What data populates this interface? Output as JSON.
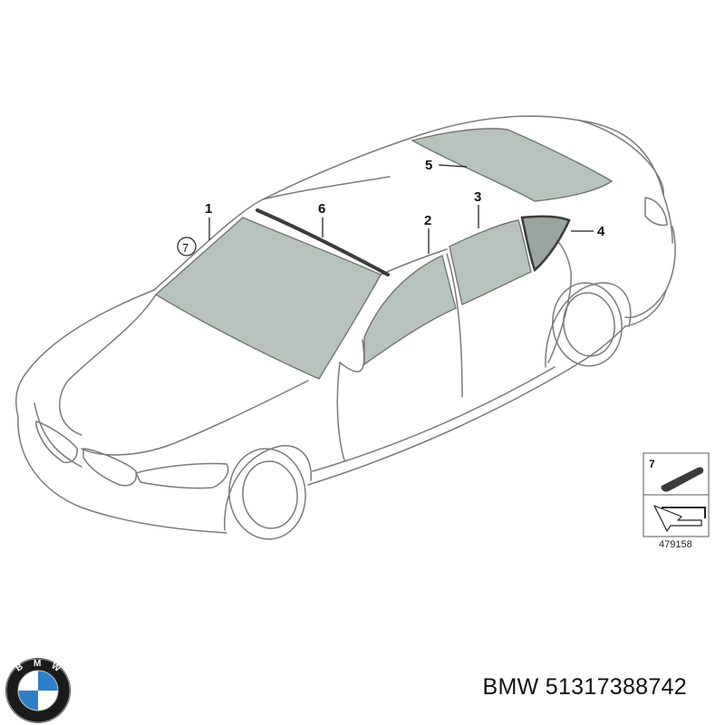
{
  "diagram": {
    "callouts": {
      "c1": "1",
      "c2": "2",
      "c3": "3",
      "c4": "4",
      "c5": "5",
      "c6": "6",
      "c7": "7"
    },
    "legend": {
      "number": "7",
      "reference_id": "479158"
    },
    "colors": {
      "glass": "#b9c3bd",
      "glass_dark": "#9aa59f",
      "outline": "#7a7a7a",
      "seal": "#3b3b3b"
    }
  },
  "brand": {
    "logo_letters": "BMW",
    "logo_colors": {
      "blue": "#2f7fc7",
      "ring": "#1a1a1a"
    }
  },
  "caption": {
    "text": "BMW 51317388742"
  }
}
